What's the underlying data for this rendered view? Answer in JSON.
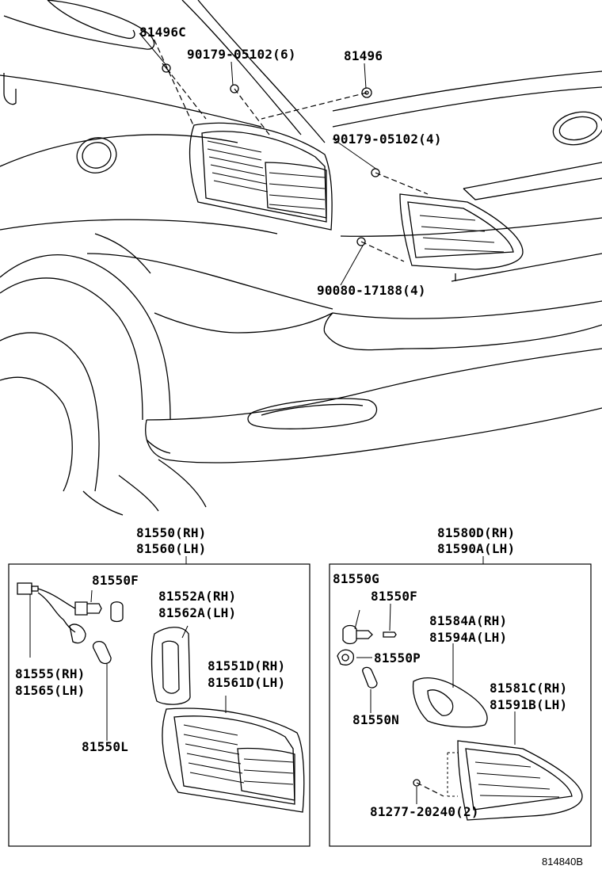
{
  "diagram_id": "814840B",
  "top": {
    "labels": {
      "p81496C": "81496C",
      "p90179_6": "90179-05102(6)",
      "p81496": "81496",
      "p90179_4": "90179-05102(4)",
      "p90080": "90080-17188(4)"
    }
  },
  "left_box": {
    "title_rh": "81550(RH)",
    "title_lh": "81560(LH)",
    "labels": {
      "p81550F": "81550F",
      "p81552A_rh": "81552A(RH)",
      "p81562A_lh": "81562A(LH)",
      "p81551D_rh": "81551D(RH)",
      "p81561D_lh": "81561D(LH)",
      "p81555_rh": "81555(RH)",
      "p81565_lh": "81565(LH)",
      "p81550L": "81550L"
    }
  },
  "right_box": {
    "title_rh": "81580D(RH)",
    "title_lh": "81590A(LH)",
    "labels": {
      "p81550G": "81550G",
      "p81550F": "81550F",
      "p81584A_rh": "81584A(RH)",
      "p81594A_lh": "81594A(LH)",
      "p81550P": "81550P",
      "p81550N": "81550N",
      "p81581C_rh": "81581C(RH)",
      "p81591B_lh": "81591B(LH)",
      "p81277": "81277-20240(2)"
    }
  }
}
